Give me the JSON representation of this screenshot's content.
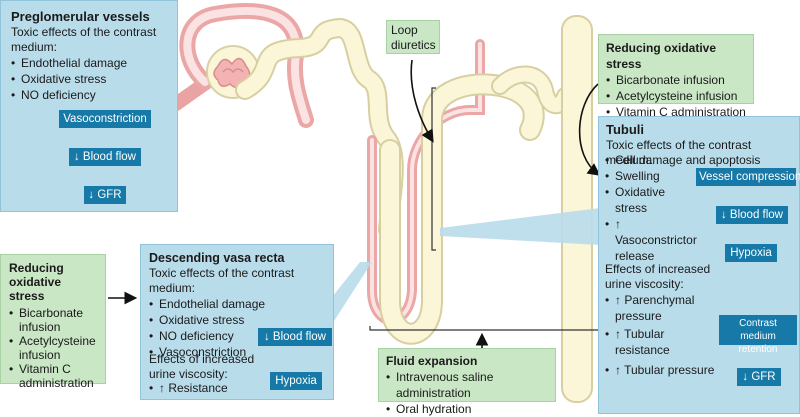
{
  "preglomerular": {
    "title": "Preglomerular vessels",
    "subtitle": "Toxic effects of the contrast medium:",
    "items": [
      "Endothelial damage",
      "Oxidative stress",
      "NO deficiency"
    ],
    "chain": [
      "Vasoconstriction",
      "↓ Blood flow",
      "↓ GFR"
    ]
  },
  "loop_diuretics": "Loop diuretics",
  "oxidative_top": {
    "title": "Reducing oxidative stress",
    "items": [
      "Bicarbonate infusion",
      "Acetylcysteine infusion",
      "Vitamin C administration"
    ]
  },
  "tubuli": {
    "title": "Tubuli",
    "subtitle": "Toxic effects of the contrast medium:",
    "items": [
      "Cell damage and apoptosis",
      "Swelling",
      "Oxidative stress",
      "↑ Vasoconstrictor release"
    ],
    "vessel_compression": "Vessel compression",
    "blood_flow": "↓ Blood flow",
    "hypoxia": "Hypoxia",
    "viscosity_title": "Effects of increased urine viscosity:",
    "viscosity_items": [
      "↑ Parenchymal pressure",
      "↑ Tubular resistance",
      "↑ Tubular pressure"
    ],
    "retention": "Contrast medium retention",
    "gfr": "↓ GFR"
  },
  "oxidative_left": {
    "title": "Reducing oxidative stress",
    "items": [
      "Bicarbonate infusion",
      "Acetylcysteine infusion",
      "Vitamin C administration"
    ]
  },
  "descending": {
    "title": "Descending vasa recta",
    "subtitle": "Toxic effects of the contrast medium:",
    "items": [
      "Endothelial damage",
      "Oxidative stress",
      "NO deficiency",
      "Vasoconstriction"
    ],
    "blood_flow": "↓ Blood flow",
    "viscosity_title": "Effects of increased urine viscosity:",
    "viscosity_items": [
      "↑ Resistance"
    ],
    "hypoxia": "Hypoxia"
  },
  "fluid": {
    "title": "Fluid expansion",
    "items": [
      "Intravenous saline administration",
      "Oral hydration"
    ]
  },
  "colors": {
    "panel_blue": "#b9dceb",
    "panel_green": "#c9e6c5",
    "dark_box": "#1679a7",
    "vessel_pink": "#f0a0a0",
    "tubule_cream": "#fbf6d8"
  }
}
